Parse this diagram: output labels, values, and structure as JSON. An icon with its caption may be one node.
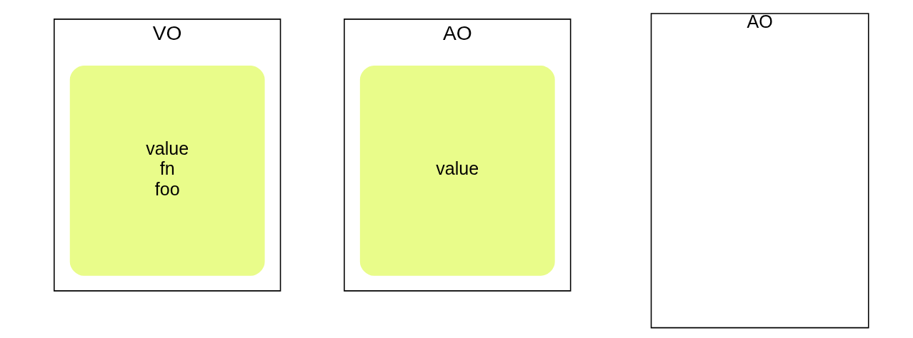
{
  "diagram": {
    "nodes": [
      {
        "text": [
          "VO"
        ]
      },
      {
        "text": [
          "value",
          "fn",
          "foo"
        ],
        "in": 0
      },
      {
        "text": [
          "AO"
        ]
      },
      {
        "text": [
          "value"
        ],
        "in": 2
      },
      {
        "text": [
          "AO"
        ]
      }
    ]
  }
}
